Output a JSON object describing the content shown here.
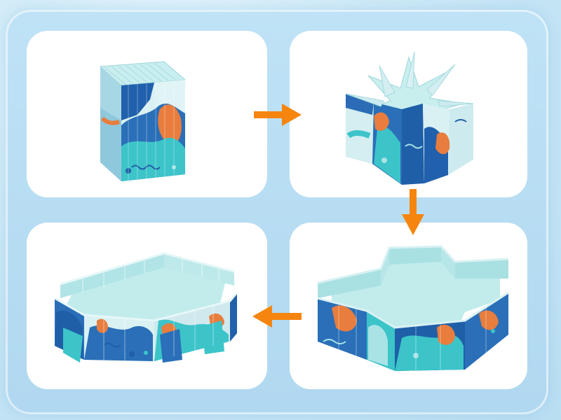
{
  "colors": {
    "accent_orange": "#f5850f",
    "panel_bg": "#ffffff",
    "frame_blue": "#b5dcf2",
    "print_dark_blue": "#1f5fa8",
    "print_teal": "#3cc4c9",
    "print_light_aqua": "#a9e3e6",
    "print_orange": "#e87d3e",
    "liner_aqua": "#bfeaea"
  },
  "steps": [
    {
      "id": "folded-block",
      "icon": "folded-pool-icon"
    },
    {
      "id": "star-unfold",
      "icon": "star-pool-icon"
    },
    {
      "id": "cross-shape",
      "icon": "cross-pool-icon"
    },
    {
      "id": "rectangle-pool",
      "icon": "rectangle-pool-icon"
    }
  ],
  "arrows": [
    {
      "from": "folded-block",
      "to": "star-unfold",
      "direction": "right"
    },
    {
      "from": "star-unfold",
      "to": "cross-shape",
      "direction": "down"
    },
    {
      "from": "cross-shape",
      "to": "rectangle-pool",
      "direction": "left"
    }
  ]
}
